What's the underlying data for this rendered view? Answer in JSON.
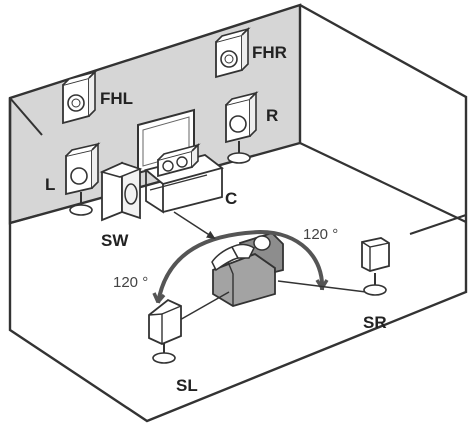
{
  "colors": {
    "wall": "#d6d6d6",
    "outline": "#333333",
    "furniture": "#ffffff",
    "sofa": "#9a9a9a",
    "arrow": "#444444",
    "background": "#ffffff"
  },
  "speakers": {
    "fhl": {
      "label": "FHL",
      "icon": "front-height-left-speaker-icon"
    },
    "fhr": {
      "label": "FHR",
      "icon": "front-height-right-speaker-icon"
    },
    "l": {
      "label": "L",
      "icon": "front-left-speaker-icon"
    },
    "r": {
      "label": "R",
      "icon": "front-right-speaker-icon"
    },
    "c": {
      "label": "C",
      "icon": "center-speaker-icon"
    },
    "sw": {
      "label": "SW",
      "icon": "subwoofer-icon"
    },
    "sl": {
      "label": "SL",
      "icon": "surround-left-speaker-icon"
    },
    "sr": {
      "label": "SR",
      "icon": "surround-right-speaker-icon"
    }
  },
  "angles": {
    "left": "120 °",
    "right": "120 °"
  },
  "objects": {
    "tv": "tv-icon",
    "sofa": "sofa-icon",
    "listener": "listener-icon"
  }
}
